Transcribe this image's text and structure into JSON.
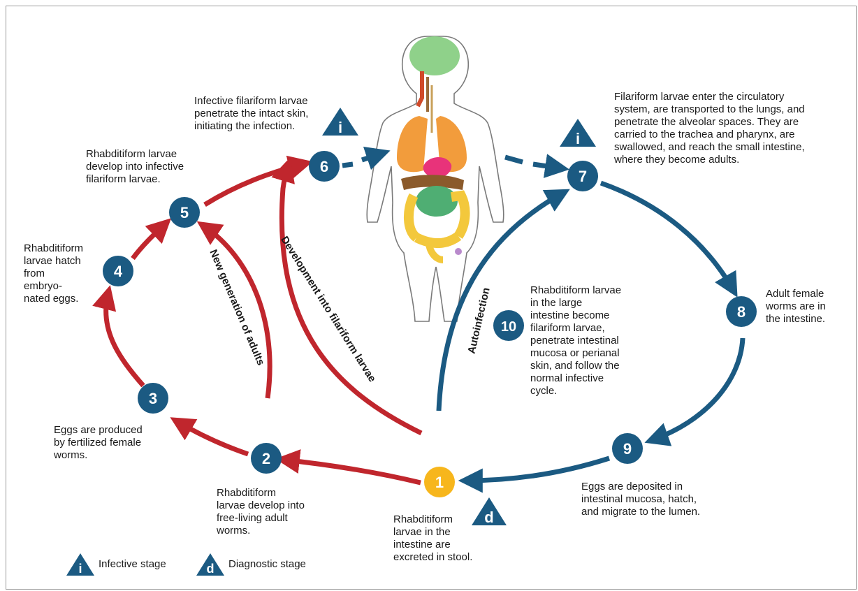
{
  "colors": {
    "red": "#c0262d",
    "blue": "#1b5a82",
    "yellow": "#f7b61c",
    "frame": "#9a9a9a"
  },
  "stages": [
    {
      "num": "1",
      "type": "diagnostic",
      "text": "Rhabditiform\nlarvae in the\nintestine are\nexcreted in stool."
    },
    {
      "num": "2",
      "type": "free-living",
      "text": "Rhabditiform\nlarvae develop into\nfree-living adult\nworms."
    },
    {
      "num": "3",
      "type": "free-living",
      "text": "Eggs are produced\nby fertilized female\nworms."
    },
    {
      "num": "4",
      "type": "free-living",
      "text": "Rhabditiform\nlarvae hatch\nfrom\nembryo-\nnated eggs."
    },
    {
      "num": "5",
      "type": "free-living",
      "text": "Rhabditiform larvae\ndevelop into infective\nfilariform larvae."
    },
    {
      "num": "6",
      "type": "infective",
      "text": "Infective filariform larvae\npenetrate the intact skin,\ninitiating the infection."
    },
    {
      "num": "7",
      "type": "parasitic",
      "text": "Filariform larvae enter the circulatory\nsystem, are transported to the lungs, and\npenetrate the alveolar spaces. They are\ncarried to the trachea and pharynx, are\nswallowed, and reach the small intestine,\nwhere they become adults."
    },
    {
      "num": "8",
      "type": "parasitic",
      "text": "Adult female\nworms are in\nthe intestine."
    },
    {
      "num": "9",
      "type": "parasitic",
      "text": "Eggs are deposited in\nintestinal mucosa, hatch,\nand migrate to the lumen."
    },
    {
      "num": "10",
      "type": "autoinfection",
      "text": "Rhabditiform larvae\nin the large\nintestine become\nfilariform larvae,\npenetrate intestinal\nmucosa or perianal\nskin, and follow the\nnormal infective\ncycle."
    }
  ],
  "path_labels": {
    "new_generation": "New generation of adults",
    "development": "Development into filariform larvae",
    "autoinfection": "Autoinfection"
  },
  "markers": {
    "infective_symbol": "i",
    "diagnostic_symbol": "d"
  },
  "legend": {
    "infective": "Infective stage",
    "diagnostic": "Diagnostic stage"
  },
  "icons": {
    "body": "human-body-anatomy-icon",
    "infective": "infective-stage-triangle-icon",
    "diagnostic": "diagnostic-stage-triangle-icon"
  }
}
